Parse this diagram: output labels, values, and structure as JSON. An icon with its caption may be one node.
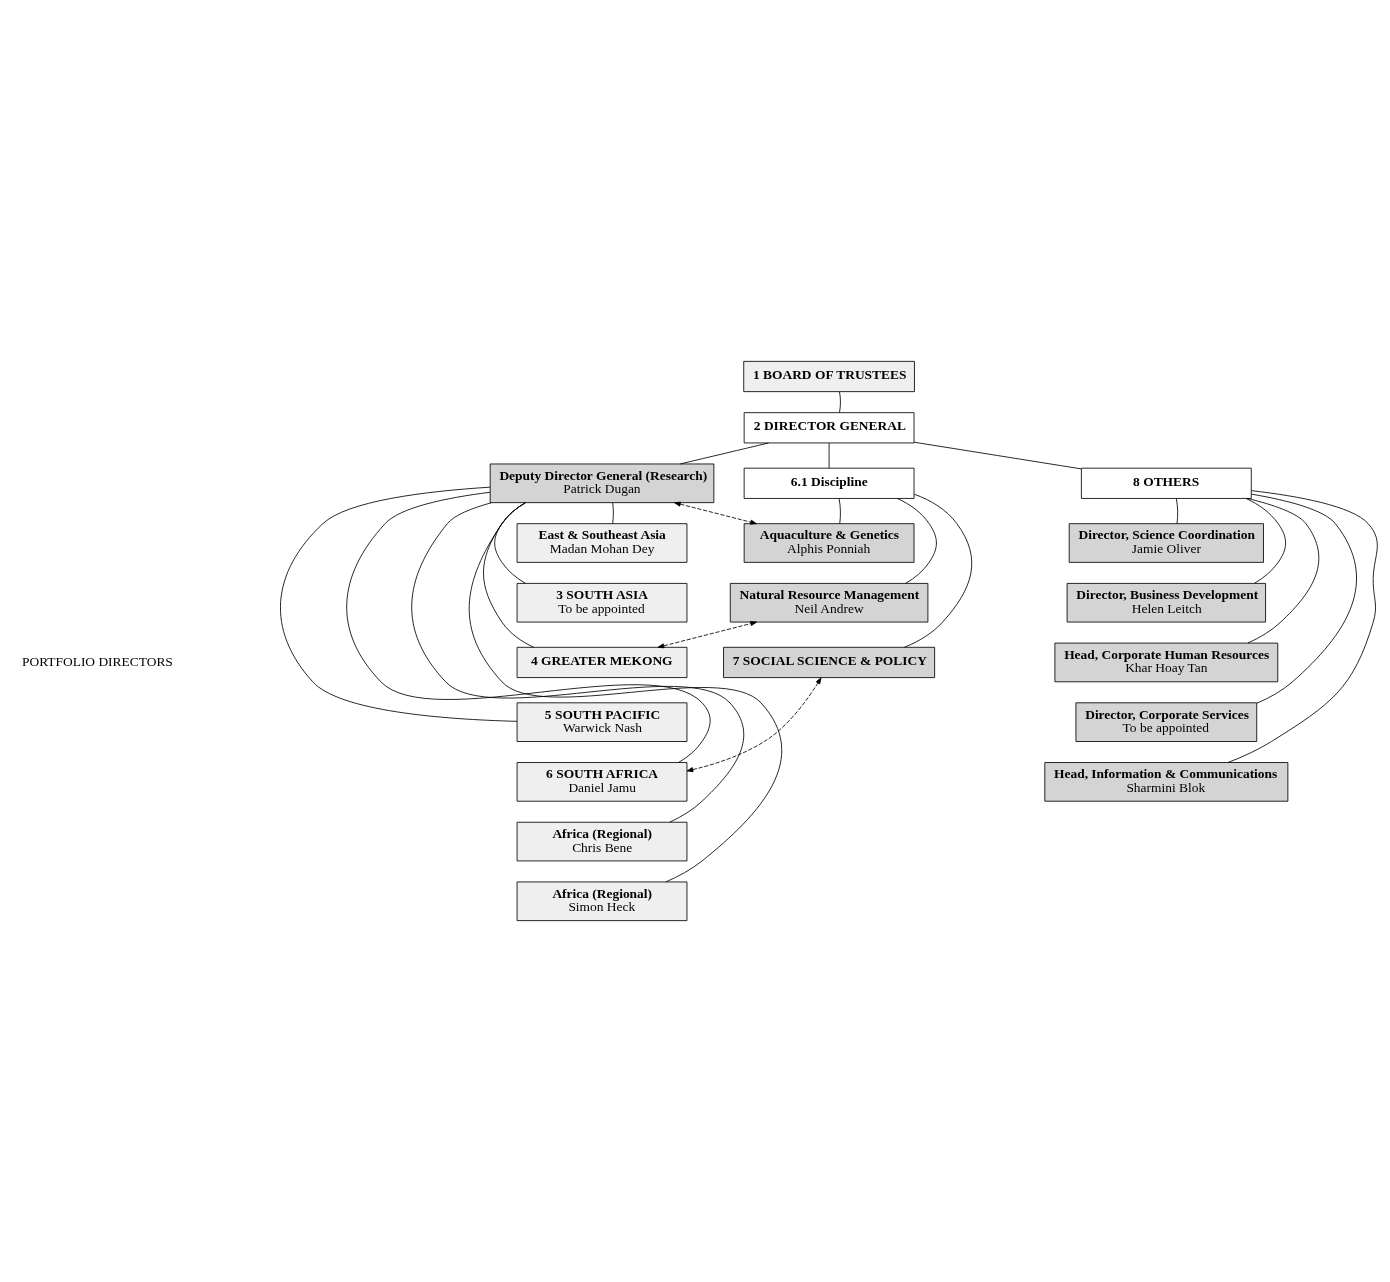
{
  "diagram": {
    "nodes": [
      {
        "text": [
          "1 BOARD OF TRUSTEES"
        ]
      },
      {
        "text": [
          "2 DIRECTOR GENERAL"
        ]
      },
      {
        "text": [
          "Deputy Director General (Research)",
          "Patrick Dugan"
        ]
      },
      {
        "text": [
          "East & Southeast Asia",
          "Madan Mohan Dey"
        ]
      },
      {
        "text": [
          "3 SOUTH ASIA",
          "To be appointed"
        ]
      },
      {
        "text": [
          "4 GREATER MEKONG"
        ]
      },
      {
        "text": [
          "5 SOUTH PACIFIC",
          "Warwick Nash"
        ]
      },
      {
        "text": [
          "6 SOUTH AFRICA",
          "Daniel Jamu"
        ]
      },
      {
        "text": [
          "Africa (Regional)",
          "Chris Bene"
        ]
      },
      {
        "text": [
          "Africa (Regional)",
          "Simon Heck"
        ]
      },
      {
        "text": [
          "6.1 Discipline"
        ]
      },
      {
        "text": [
          "Aquaculture & Genetics",
          "Alphis Ponniah"
        ]
      },
      {
        "text": [
          "Natural Resource Management",
          "Neil Andrew"
        ]
      },
      {
        "text": [
          "7 SOCIAL SCIENCE & POLICY"
        ]
      },
      {
        "text": [
          "8 OTHERS"
        ]
      },
      {
        "text": [
          "Director, Science Coordination",
          "Jamie Oliver"
        ]
      },
      {
        "text": [
          "Director, Business Development",
          "Helen Leitch"
        ]
      },
      {
        "text": [
          "Head, Corporate Human Resources",
          "Khar Hoay Tan"
        ]
      },
      {
        "text": [
          "Director, Corporate Services",
          "To be appointed"
        ]
      },
      {
        "text": [
          "Head, Information & Communications",
          "Sharmini Blok"
        ]
      }
    ],
    "edges": [
      {
        "from": 0,
        "to": 1,
        "arrow": "none"
      },
      {
        "from": 1,
        "to": 2,
        "arrow": "none"
      },
      {
        "from": 1,
        "to": 10,
        "arrow": "none"
      },
      {
        "from": 1,
        "to": 14,
        "arrow": "none"
      },
      {
        "from": 2,
        "to": 3,
        "arrow": "none"
      },
      {
        "from": 2,
        "to": 4,
        "arrow": "none"
      },
      {
        "from": 2,
        "to": 5,
        "arrow": "none"
      },
      {
        "from": 2,
        "to": 6,
        "arrow": "none"
      },
      {
        "from": 2,
        "to": 7,
        "arrow": "none"
      },
      {
        "from": 2,
        "to": 8,
        "arrow": "none"
      },
      {
        "from": 2,
        "to": 9,
        "arrow": "none"
      },
      {
        "from": 10,
        "to": 11,
        "arrow": "none"
      },
      {
        "from": 10,
        "to": 12,
        "arrow": "none"
      },
      {
        "from": 10,
        "to": 13,
        "arrow": "none"
      },
      {
        "from": 14,
        "to": 15,
        "arrow": "none"
      },
      {
        "from": 14,
        "to": 16,
        "arrow": "none"
      },
      {
        "from": 14,
        "to": 17,
        "arrow": "none"
      },
      {
        "from": 14,
        "to": 18,
        "arrow": "none"
      },
      {
        "from": 14,
        "to": 19,
        "arrow": "none"
      },
      {
        "from": 2,
        "to": 11,
        "arrow": "both",
        "style": "dashed"
      },
      {
        "from": 5,
        "to": 12,
        "arrow": "both",
        "style": "dashed"
      },
      {
        "from": 7,
        "to": 13,
        "arrow": "both",
        "style": "dashed"
      }
    ],
    "labels": [
      "PORTFOLIO DIRECTORS"
    ]
  }
}
